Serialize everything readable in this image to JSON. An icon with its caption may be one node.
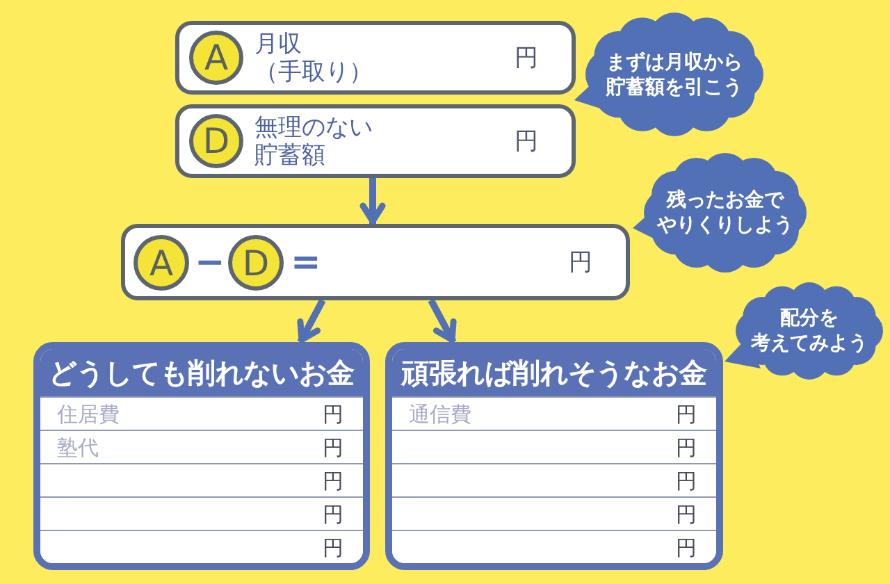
{
  "diagram": {
    "nodes": [
      {
        "text": [
          "月収（手取り）",
          "円"
        ]
      },
      {
        "text": [
          "A"
        ],
        "in": 0
      },
      {
        "text": [
          "まずは月収から貯蓄額を引こう"
        ]
      },
      {
        "text": [
          "無理のない貯蓄額",
          "円"
        ]
      },
      {
        "text": [
          "D"
        ],
        "in": 3
      },
      {
        "text": [
          "−",
          "=",
          "円"
        ]
      },
      {
        "text": [
          "A"
        ],
        "in": 5
      },
      {
        "text": [
          "D"
        ],
        "in": 5
      },
      {
        "text": [
          "残ったお金でやりくりしよう"
        ]
      },
      {
        "text": [
          "配分を考えてみよう"
        ]
      },
      {
        "text": [
          "どうしても削れないお金"
        ]
      },
      {
        "text": [
          "住居費",
          "円"
        ],
        "in": 10
      },
      {
        "text": [
          "塾代",
          "円"
        ],
        "in": 10
      },
      {
        "text": [
          "円"
        ],
        "in": 10
      },
      {
        "text": [
          "円"
        ],
        "in": 10
      },
      {
        "text": [
          "円"
        ],
        "in": 10
      },
      {
        "text": [
          "頑張れば削れそうなお金"
        ]
      },
      {
        "text": [
          "通信費",
          "円"
        ],
        "in": 16
      },
      {
        "text": [
          "円"
        ],
        "in": 16
      },
      {
        "text": [
          "円"
        ],
        "in": 16
      },
      {
        "text": [
          "円"
        ],
        "in": 16
      },
      {
        "text": [
          "円"
        ],
        "in": 16
      }
    ],
    "edges": [
      {
        "from": 3,
        "to": 5,
        "arrow": "to"
      },
      {
        "from": 5,
        "to": 10,
        "arrow": "to"
      },
      {
        "from": 5,
        "to": 16,
        "arrow": "to"
      }
    ]
  }
}
